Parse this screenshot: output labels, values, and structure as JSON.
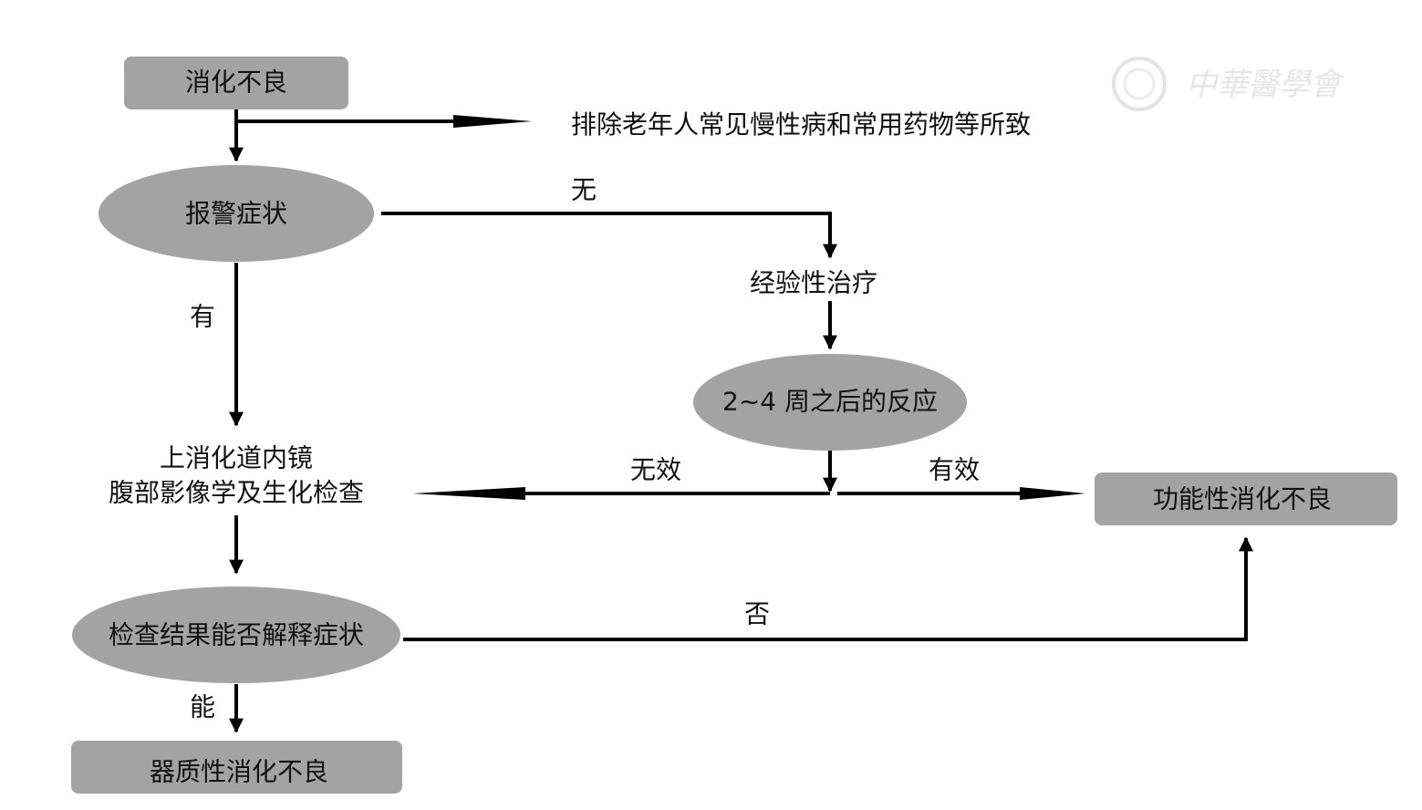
{
  "watermark": {
    "text": "中華醫學會",
    "icon": "society-seal-icon"
  },
  "nodes": {
    "dyspepsia": "消化不良",
    "exclude_note": "排除老年人常见慢性病和常用药物等所致",
    "alarm_symptoms": "报警症状",
    "empirical_treatment": "经验性治疗",
    "response_2_4_weeks": "2~4 周之后的反应",
    "exam_line1": "上消化道内镜",
    "exam_line2": "腹部影像学及生化检查",
    "results_explain": "检查结果能否解释症状",
    "organic_dyspepsia": "器质性消化不良",
    "functional_dyspepsia": "功能性消化不良"
  },
  "edge_labels": {
    "no": "无",
    "yes": "有",
    "ineffective": "无效",
    "effective": "有效",
    "cannot": "否",
    "can": "能"
  },
  "colors": {
    "shape_fill": "#a3a3a3",
    "line": "#000000"
  }
}
